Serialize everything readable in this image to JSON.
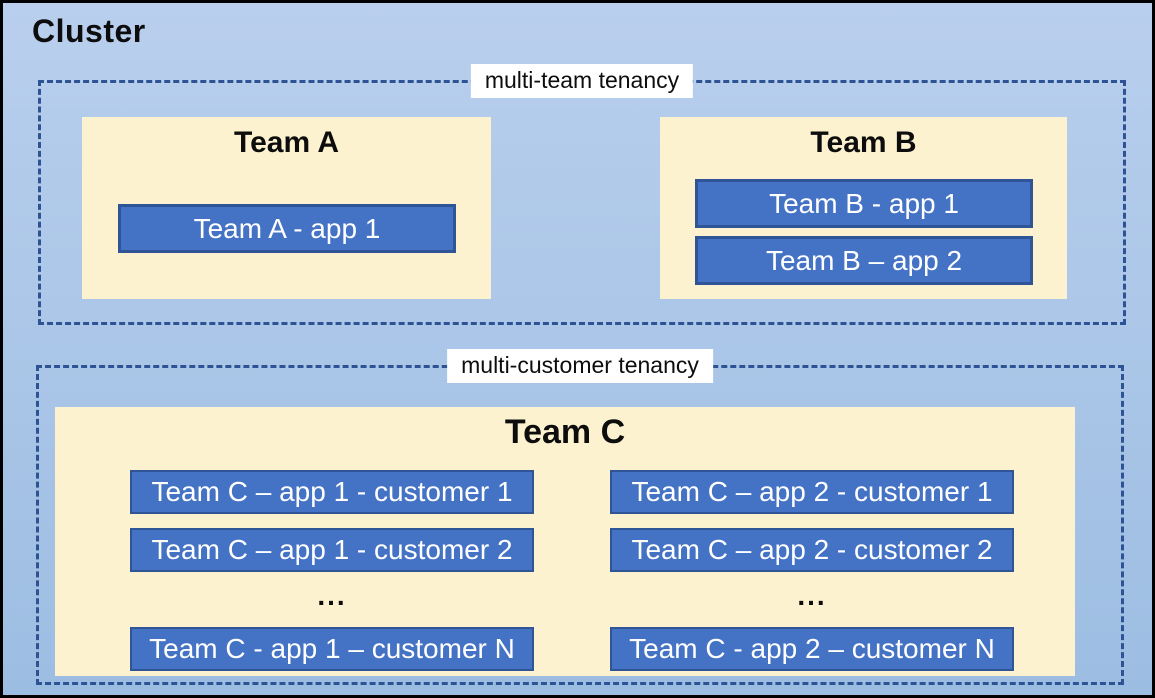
{
  "cluster": {
    "title": "Cluster"
  },
  "sections": {
    "multi_team": {
      "label": "multi-team tenancy",
      "team_a": {
        "title": "Team A",
        "app1": "Team A - app 1"
      },
      "team_b": {
        "title": "Team B",
        "app1": "Team B - app 1",
        "app2": "Team B – app 2"
      }
    },
    "multi_customer": {
      "label": "multi-customer tenancy",
      "team_c": {
        "title": "Team C",
        "col1": {
          "row1": "Team C – app 1 - customer 1",
          "row2": "Team C – app 1 - customer 2",
          "ellipsis": "...",
          "rowN": "Team C - app 1 – customer N"
        },
        "col2": {
          "row1": "Team C – app 2 - customer 1",
          "row2": "Team C – app 2 - customer 2",
          "ellipsis": "...",
          "rowN": "Team C - app 2 – customer N"
        }
      }
    }
  },
  "colors": {
    "canvas_bg_top": "#b9cfed",
    "canvas_bg_bottom": "#9cbde2",
    "canvas_border": "#000000",
    "dashed_border": "#2e5395",
    "team_bg": "#fdf2cf",
    "app_fill": "#4472c4",
    "app_border": "#2f5597",
    "app_text": "#ffffff",
    "label_bg": "#ffffff",
    "title_text": "#0d0d0d"
  }
}
